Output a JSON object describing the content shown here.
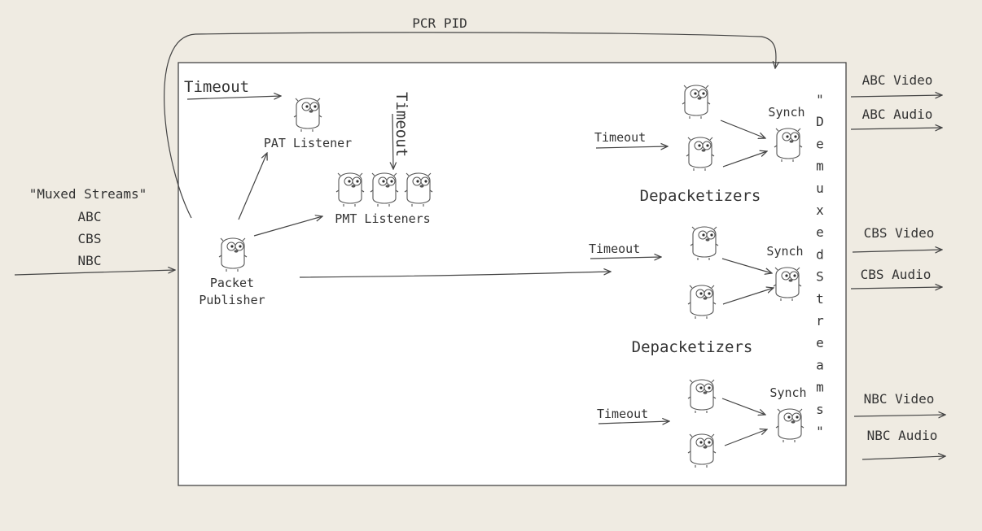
{
  "colors": {
    "background": "#efebe2",
    "ink": "#333333",
    "box_fill": "#ffffff"
  },
  "diagram": {
    "pcr_label": "PCR PID",
    "input": {
      "title": "\"Muxed Streams\"",
      "channels": [
        "ABC",
        "CBS",
        "NBC"
      ]
    },
    "packet_publisher": {
      "line1": "Packet",
      "line2": "Publisher"
    },
    "pat_listener": "PAT Listener",
    "pmt_listeners": "PMT Listeners",
    "timeout_top": "Timeout",
    "timeout_vertical": "Timeout",
    "demuxed_streams": [
      "\"",
      "D",
      "e",
      "m",
      "u",
      "x",
      "e",
      "d",
      "S",
      "t",
      "r",
      "e",
      "a",
      "m",
      "s",
      "\""
    ],
    "groups": [
      {
        "timeout": "Timeout",
        "synch": "Synch",
        "depacketizers": "Depacketizers",
        "video_out": "ABC Video",
        "audio_out": "ABC Audio"
      },
      {
        "timeout": "Timeout",
        "synch": "Synch",
        "depacketizers": "Depacketizers",
        "video_out": "CBS Video",
        "audio_out": "CBS Audio"
      },
      {
        "timeout": "Timeout",
        "synch": "Synch",
        "depacketizers": "",
        "video_out": "NBC Video",
        "audio_out": "NBC Audio"
      }
    ],
    "icons": [
      "gopher-icon"
    ]
  }
}
